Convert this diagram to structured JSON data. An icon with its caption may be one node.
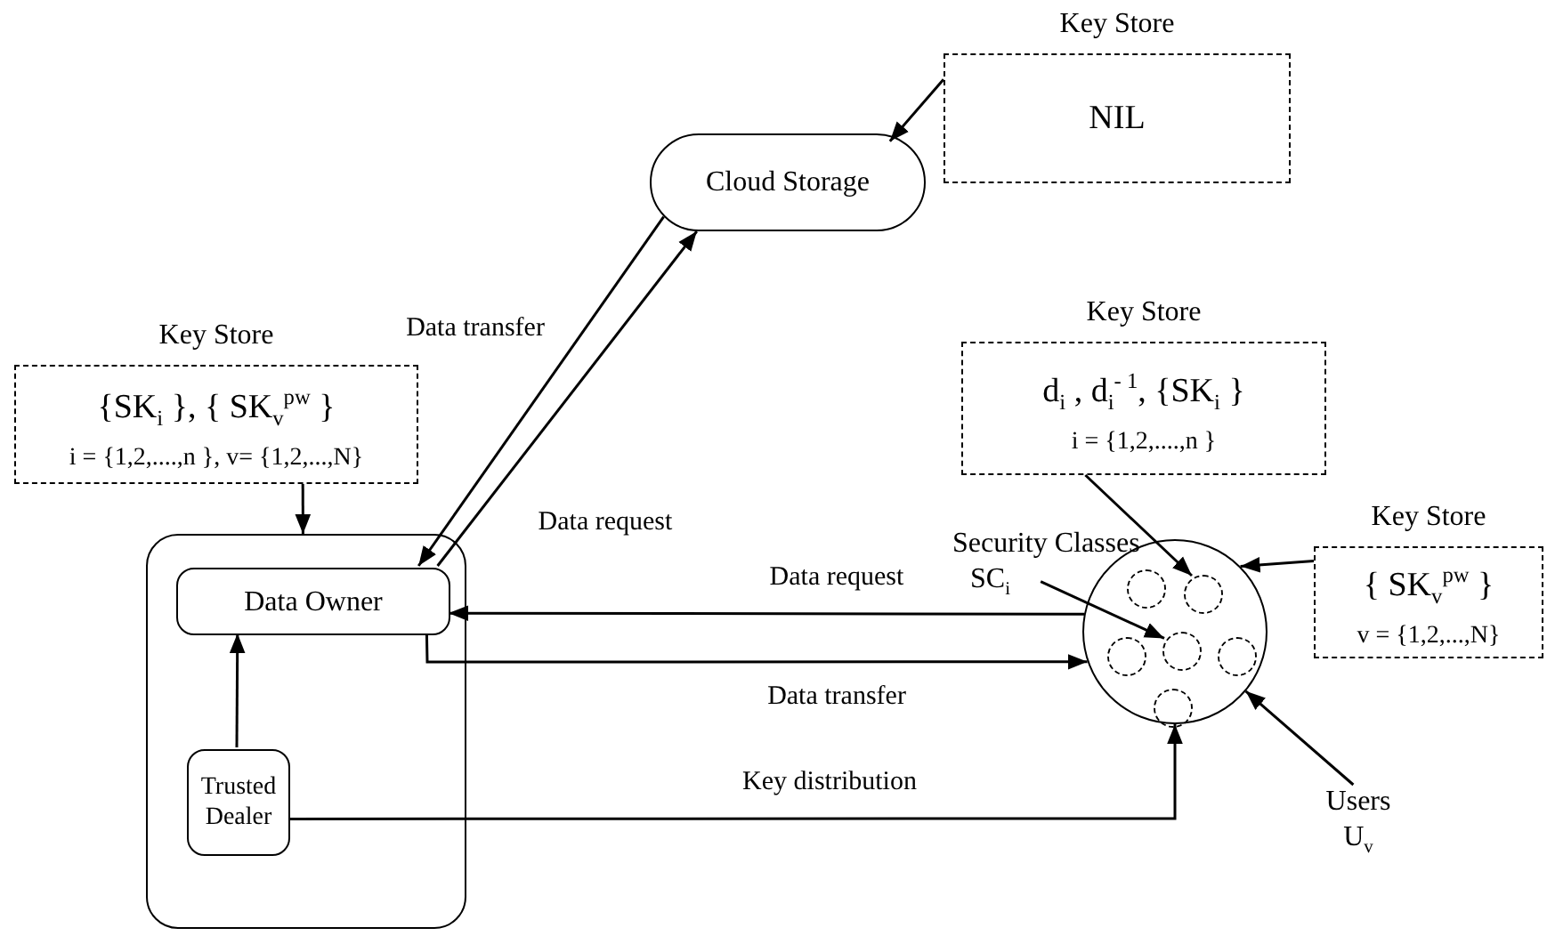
{
  "diagram": {
    "nodes": [
      {
        "text": [
          "Key Store",
          "NIL"
        ]
      },
      {
        "text": [
          "Cloud Storage"
        ]
      },
      {
        "text": [
          "Key Store",
          "{SK$_{i}$ }, { SK$_{v}$$^{pw}$ }",
          "i = {1,2,....,n }, v= {1,2,...,N}"
        ]
      },
      {
        "text": [],
        "shape": "box"
      },
      {
        "text": [
          "Data Owner"
        ],
        "in": 3
      },
      {
        "text": [
          "Trusted Dealer"
        ],
        "in": 3
      },
      {
        "text": [
          "Key Store",
          "d$_{i}$ , d$_{i}$$^{- 1}$, {SK$_{i}$ }",
          "i = {1,2,....,n }"
        ]
      },
      {
        "text": [
          "Security Classes",
          "SC$_{i}$"
        ]
      },
      {
        "text": [],
        "shape": "circle"
      },
      {
        "text": [],
        "shape": "circle",
        "in": 8
      },
      {
        "text": [],
        "shape": "circle",
        "in": 8
      },
      {
        "text": [],
        "shape": "circle",
        "in": 8
      },
      {
        "text": [],
        "shape": "circle",
        "in": 8
      },
      {
        "text": [],
        "shape": "circle",
        "in": 8
      },
      {
        "text": [],
        "shape": "circle",
        "in": 8
      },
      {
        "text": [
          "Key Store",
          "{ SK$_{v}$$^{pw}$ }",
          "v = {1,2,...,N}"
        ]
      },
      {
        "text": [
          "Users",
          "U$_{v}$"
        ]
      }
    ],
    "edges": [
      {
        "from": 0,
        "to": 1,
        "arrow": "to"
      },
      {
        "from": 1,
        "to": 4,
        "arrow": "to",
        "label": "Data transfer"
      },
      {
        "from": 4,
        "to": 1,
        "arrow": "to",
        "label": "Data request"
      },
      {
        "from": 2,
        "to": 3,
        "arrow": "to"
      },
      {
        "from": 8,
        "to": 4,
        "arrow": "to",
        "label": "Data request"
      },
      {
        "from": 4,
        "to": 8,
        "arrow": "to",
        "label": "Data transfer"
      },
      {
        "from": 5,
        "to": 4,
        "arrow": "to"
      },
      {
        "from": 5,
        "to": 8,
        "arrow": "to",
        "label": "Key distribution"
      },
      {
        "from": 6,
        "to": 10,
        "arrow": "to"
      },
      {
        "from": 7,
        "to": 12,
        "arrow": "to"
      },
      {
        "from": 15,
        "to": 8,
        "arrow": "to"
      },
      {
        "from": 16,
        "to": 8,
        "arrow": "to"
      }
    ]
  }
}
